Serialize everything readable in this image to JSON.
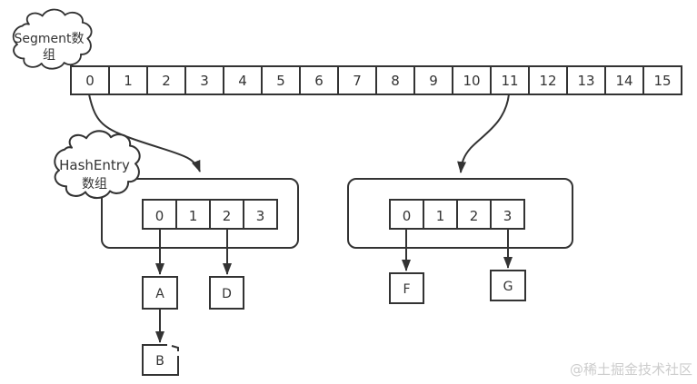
{
  "diagram": {
    "title_semantics": "ConcurrentHashMap segment / hash-entry structure diagram",
    "stroke_color": "#333333",
    "background_color": "#ffffff",
    "segment_cloud": {
      "line1": "Segment数",
      "line2": "组"
    },
    "hashentry_cloud": {
      "line1": "HashEntry",
      "line2": "数组"
    },
    "segment_array": {
      "cells": [
        "0",
        "1",
        "2",
        "3",
        "4",
        "5",
        "6",
        "7",
        "8",
        "9",
        "10",
        "11",
        "12",
        "13",
        "14",
        "15"
      ]
    },
    "left_bucket": {
      "cells": [
        "0",
        "1",
        "2",
        "3"
      ],
      "node_a": "A",
      "node_d": "D",
      "node_b": "B"
    },
    "right_bucket": {
      "cells": [
        "0",
        "1",
        "2",
        "3"
      ],
      "node_f": "F",
      "node_g": "G"
    },
    "watermark": "@稀土掘金技术社区"
  }
}
